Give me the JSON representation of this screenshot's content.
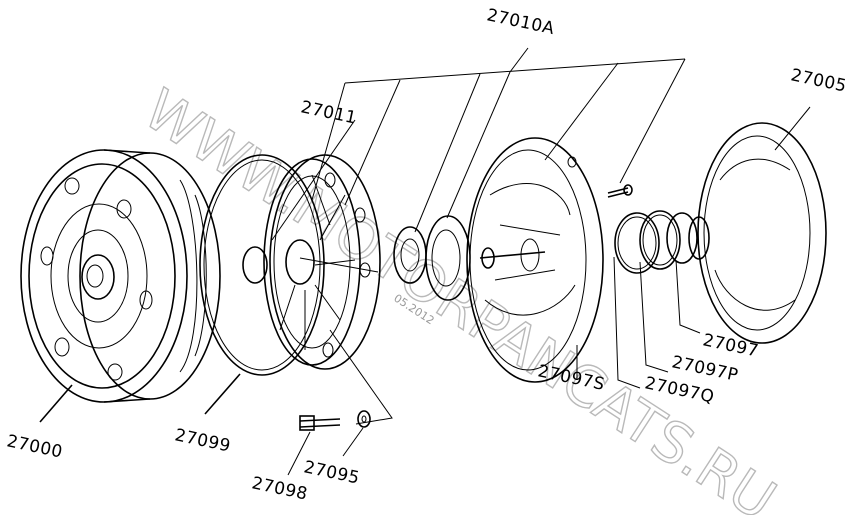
{
  "watermark": {
    "text": "WWW.MOTORPANCATS.RU",
    "small": "05.2012"
  },
  "labels": {
    "p27000": "27000",
    "p27099": "27099",
    "p27098": "27098",
    "p27095": "27095",
    "p27011": "27011",
    "p27010A": "27010A",
    "p27005": "27005",
    "p27097": "27097",
    "p27097P": "27097P",
    "p27097Q": "27097Q",
    "p27097S": "27097S"
  }
}
